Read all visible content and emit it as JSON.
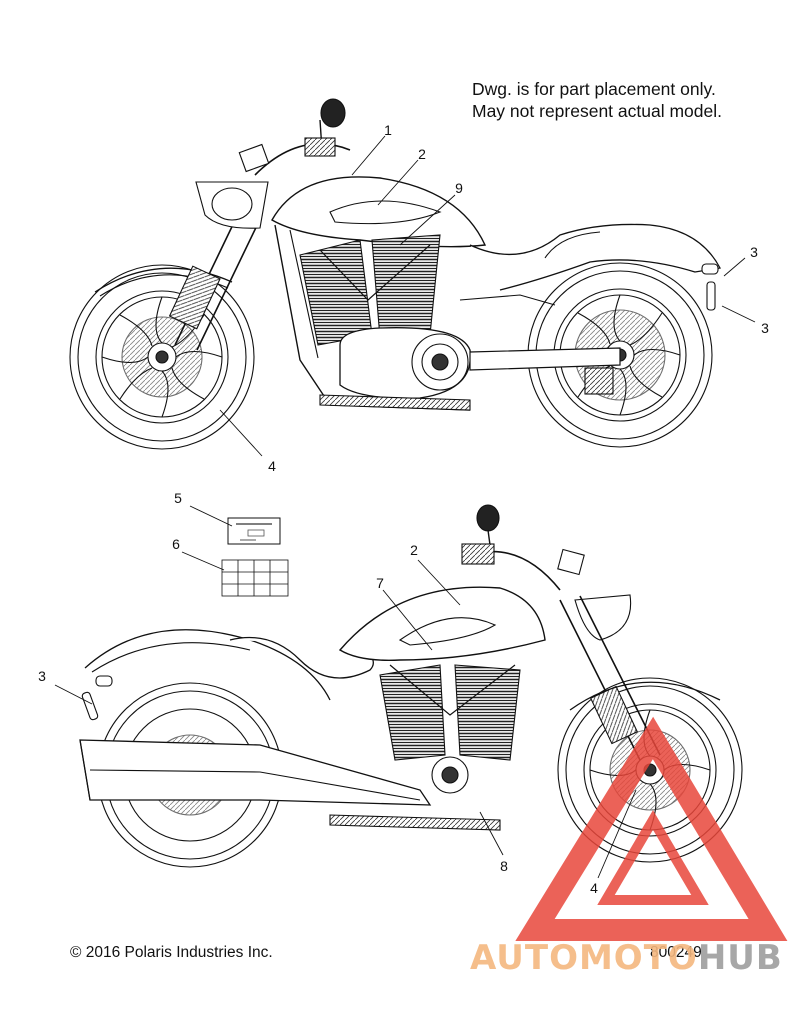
{
  "note": {
    "line1": "Dwg. is for part placement only.",
    "line2": "May not represent actual model."
  },
  "callouts": {
    "c1": "1",
    "c2_top": "2",
    "c9": "9",
    "c3_top_a": "3",
    "c3_top_b": "3",
    "c4_top": "4",
    "c5": "5",
    "c6": "6",
    "c2_bottom": "2",
    "c7": "7",
    "c3_bottom": "3",
    "c8": "8",
    "c4_bottom": "4"
  },
  "footer": {
    "copyright": "© 2016 Polaris Industries Inc.",
    "drawing_number": "800249"
  },
  "watermark": {
    "part1": "AUTOMOTO",
    "part2": "HUB",
    "color_primary": "#e8473b",
    "color_secondary": "#f4b77f"
  }
}
